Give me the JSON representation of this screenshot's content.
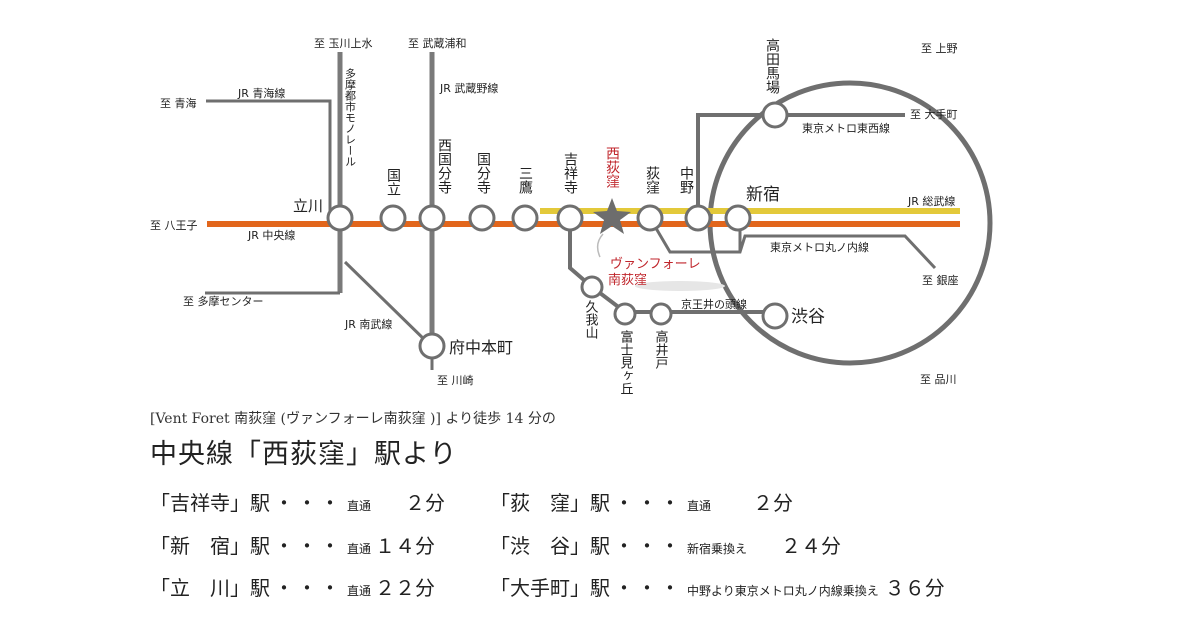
{
  "stations": {
    "tachikawa": "立川",
    "kunitachi": "国立",
    "nishikokubunji": "西国分寺",
    "kokubunji": "国分寺",
    "mitaka": "三鷹",
    "kichijoji": "吉祥寺",
    "nishiogikubo": "西荻窪",
    "ogikubo": "荻窪",
    "nakano": "中野",
    "shinjuku": "新宿",
    "takadanobaba": "高田馬場",
    "shibuya": "渋谷",
    "fuchuhonmachi": "府中本町",
    "kugayama": "久我山",
    "fujimigaoka": "富士見ヶ丘",
    "takaido": "高井戸"
  },
  "lines": {
    "chuo": "JR 中央線",
    "ome": "JR 青海線",
    "musashino": "JR 武蔵野線",
    "monorail": "多摩都市モノレール",
    "nambu": "JR 南武線",
    "sobu": "JR 総武線",
    "tozai": "東京メトロ東西線",
    "marunouchi": "東京メトロ丸ノ内線",
    "inokashira": "京王井の頭線"
  },
  "destinations": {
    "hachioji": "至 八王子",
    "ome": "至 青海",
    "tamagawajosui": "至 玉川上水",
    "musashiurawa": "至 武蔵浦和",
    "tamacenter": "至 多摩センター",
    "kawasaki": "至 川崎",
    "ueno": "至 上野",
    "otemachi": "至 大手町",
    "ginza": "至 銀座",
    "shinagawa": "至 品川"
  },
  "property": "ヴァンフォーレ\n南荻窪",
  "info": {
    "subtitle": "[Vent Foret 南荻窪 (ヴァンフォーレ南荻窪 )]  より徒歩 14 分の",
    "headline": "中央線「西荻窪」駅より",
    "routes": [
      {
        "name": "「吉祥寺」駅",
        "dots": "・・・",
        "via": "直通",
        "time": "　２分"
      },
      {
        "name": "「荻　窪」駅",
        "dots": "・・・",
        "via": "直通",
        "time": "　２分"
      },
      {
        "name": "「新　宿」駅",
        "dots": "・・・",
        "via": "直通",
        "time": "１４分"
      },
      {
        "name": "「渋　谷」駅",
        "dots": "・・・",
        "via": "新宿乗換え",
        "time": "２４分"
      },
      {
        "name": "「立　川」駅",
        "dots": "・・・",
        "via": "直通",
        "time": "２２分"
      },
      {
        "name": "「大手町」駅",
        "dots": "・・・",
        "via": "中野より東京メトロ丸ノ内線乗換え",
        "time": "３６分"
      }
    ]
  },
  "colors": {
    "chuo": "#e2661c",
    "sobu": "#e3c93a",
    "rail": "#6f6f6f",
    "accent": "#c0262c"
  }
}
